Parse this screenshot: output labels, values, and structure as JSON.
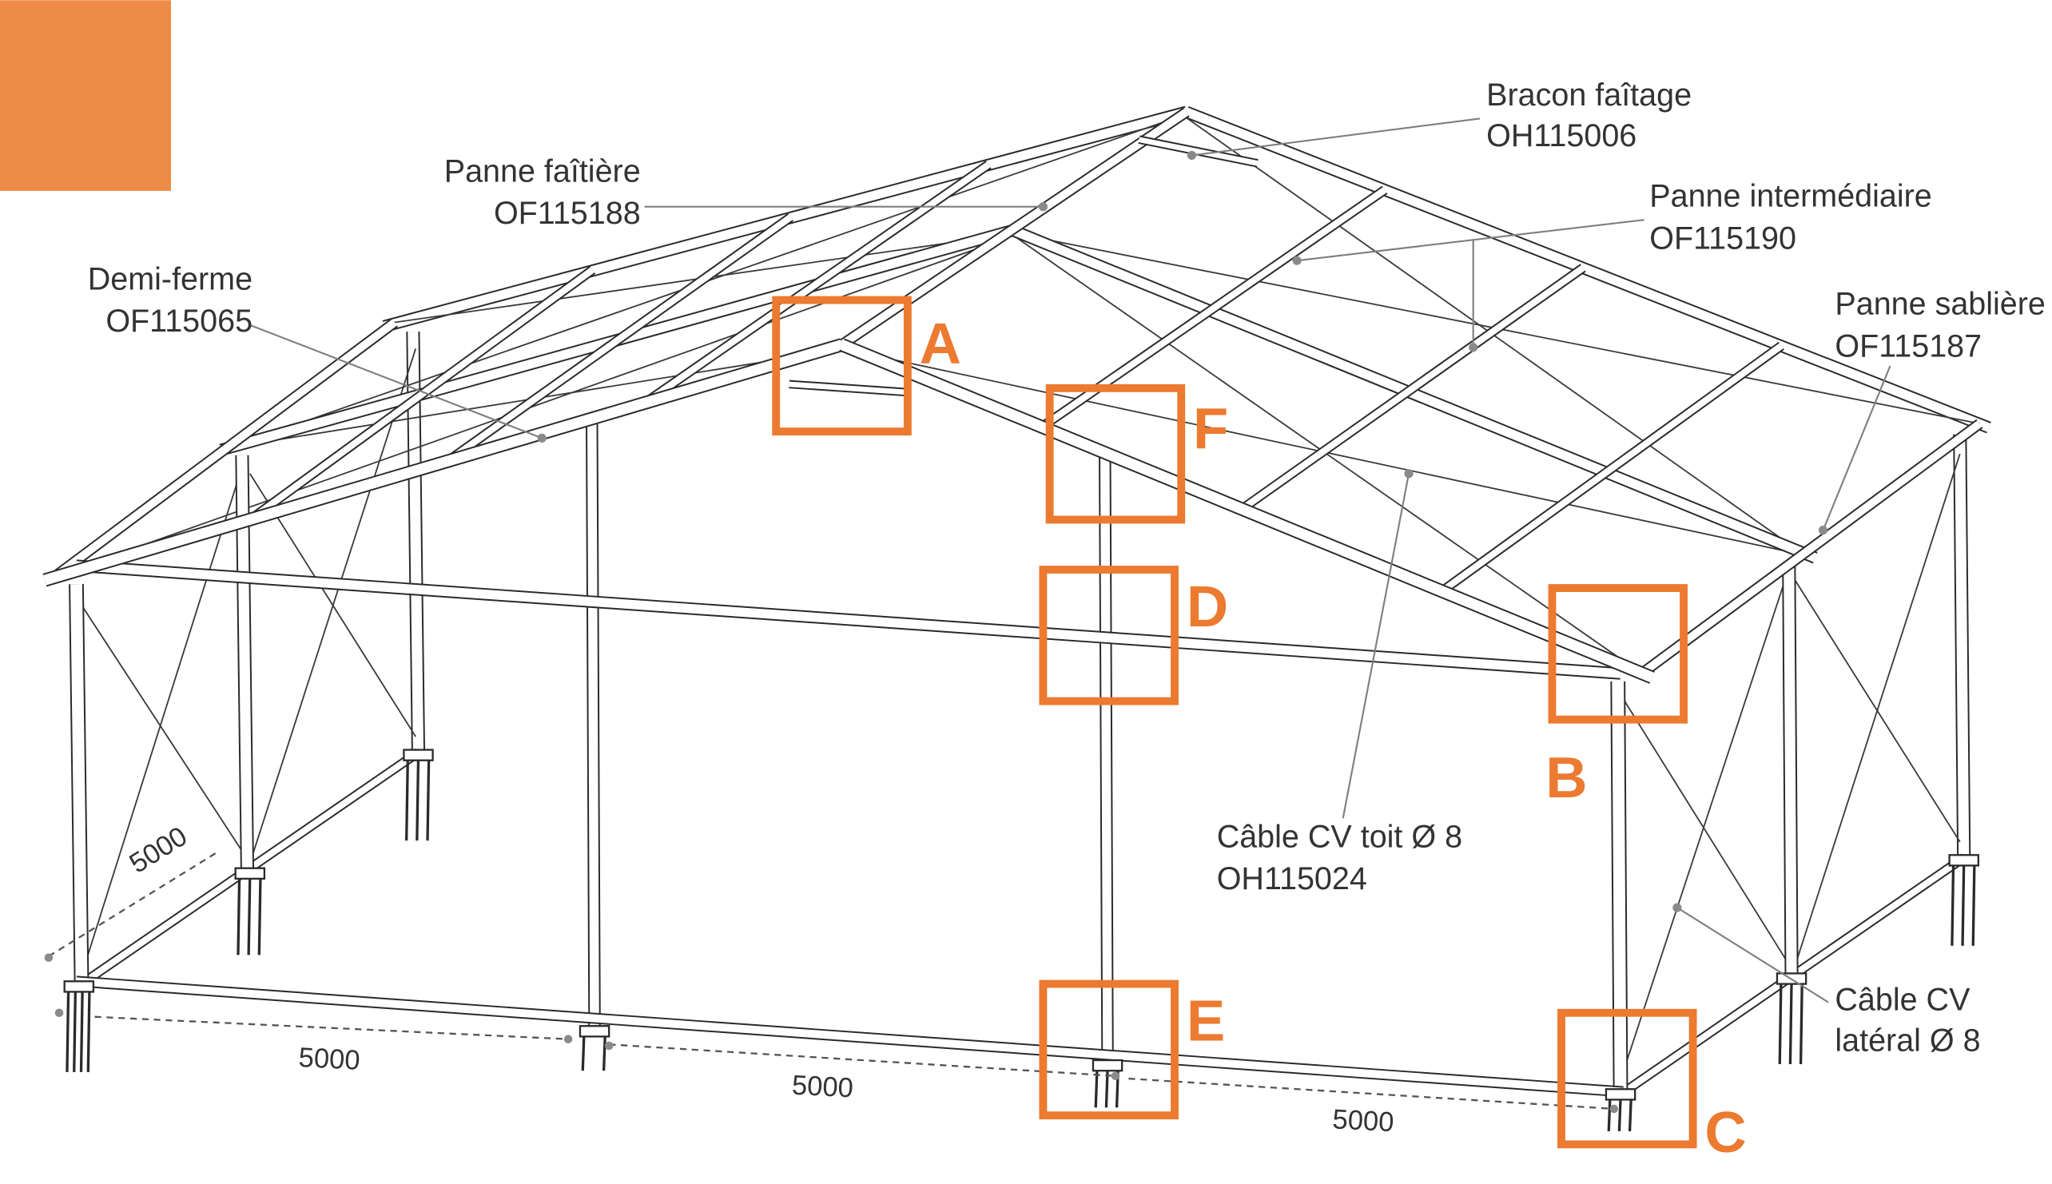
{
  "colors": {
    "accent": "#EC7A30",
    "swatch": "#EE8C47"
  },
  "labels": {
    "bracon_faitage": {
      "name": "Bracon faîtage",
      "ref": "OH115006"
    },
    "panne_faitiere": {
      "name": "Panne faîtière",
      "ref": "OF115188"
    },
    "panne_intermediaire": {
      "name": "Panne intermédiaire",
      "ref": "OF115190"
    },
    "demi_ferme": {
      "name": "Demi-ferme",
      "ref": "OF115065"
    },
    "panne_sabliere": {
      "name": "Panne sablière",
      "ref": "OF115187"
    },
    "cable_toit": {
      "name": "Câble CV toit Ø 8",
      "ref": "OH115024"
    },
    "cable_lateral": {
      "line1": "Câble CV",
      "line2": "latéral Ø 8"
    }
  },
  "details": {
    "a": "A",
    "b": "B",
    "c": "C",
    "d": "D",
    "e": "E",
    "f": "F"
  },
  "dimensions": {
    "front_1": "5000",
    "front_2": "5000",
    "front_3": "5000",
    "side": "5000"
  }
}
